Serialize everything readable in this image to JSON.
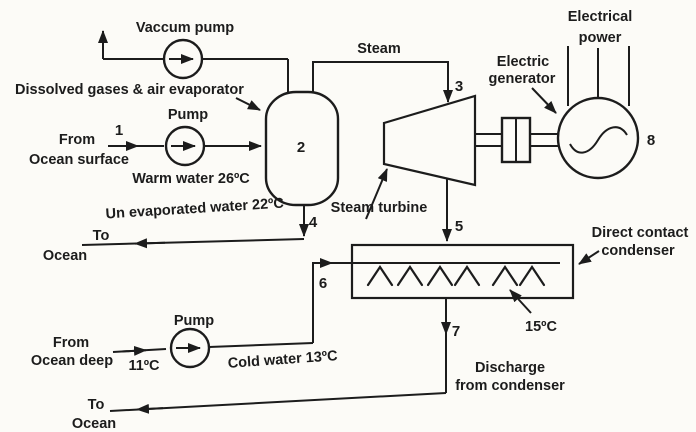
{
  "colors": {
    "ink": "#1c1c1c",
    "paper": "#fcfbf7"
  },
  "degassing": {
    "pump_label": "Vaccum pump",
    "extraction_label": "Dissolved gases & air evaporator"
  },
  "warm_circuit": {
    "source_line1": "From",
    "source_line2": "Ocean surface",
    "state_number": "1",
    "pump_label": "Pump",
    "stream_label": "Warm water 26ºC"
  },
  "evaporator": {
    "state_number": "2"
  },
  "steam_line": {
    "label": "Steam",
    "state_number": "3"
  },
  "turbine": {
    "label": "Steam turbine",
    "exhaust_number": "5"
  },
  "generator": {
    "pointer_line1": "Electric",
    "pointer_line2": "generator",
    "output_line1": "Electrical",
    "output_line2": "power",
    "state_number": "8"
  },
  "unevaporated": {
    "label": "Un evaporated water 22ºC",
    "state_number": "4",
    "dest_line1": "To",
    "dest_line2": "Ocean"
  },
  "condenser": {
    "name_line1": "Direct contact",
    "name_line2": "condenser",
    "temp_label": "15ºC",
    "inlet_number": "6",
    "outlet_number": "7"
  },
  "cold_circuit": {
    "source_line1": "From",
    "source_line2": "Ocean deep",
    "source_temp": "11ºC",
    "pump_label": "Pump",
    "stream_label": "Cold water 13ºC"
  },
  "discharge": {
    "label_line1": "Discharge",
    "label_line2": "from condenser",
    "dest_line1": "To",
    "dest_line2": "Ocean"
  }
}
